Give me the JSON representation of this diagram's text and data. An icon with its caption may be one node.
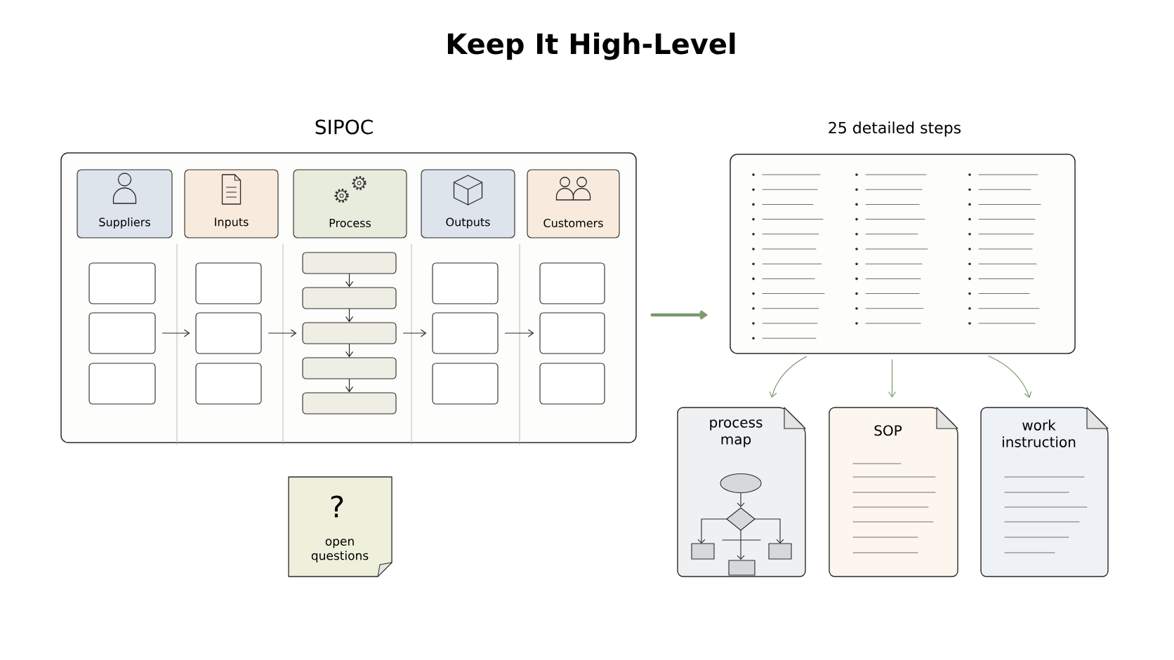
{
  "diagram": {
    "title": "Keep It High-Level",
    "nodes": [
      {
        "text": [
          "SIPOC"
        ]
      },
      {
        "text": [
          "Suppliers"
        ],
        "in": 0
      },
      {
        "text": [
          "Inputs"
        ],
        "in": 0
      },
      {
        "text": [
          "Process"
        ],
        "in": 0
      },
      {
        "text": [
          "Outputs"
        ],
        "in": 0
      },
      {
        "text": [
          "Customers"
        ],
        "in": 0
      },
      {
        "text": [],
        "shape": "box",
        "in": 0
      },
      {
        "text": [],
        "shape": "box",
        "in": 0
      },
      {
        "text": [],
        "shape": "box",
        "in": 0
      },
      {
        "text": [],
        "shape": "box",
        "in": 0
      },
      {
        "text": [],
        "shape": "box",
        "in": 0
      },
      {
        "text": [],
        "shape": "box",
        "in": 0
      },
      {
        "text": [],
        "shape": "box",
        "in": 0
      },
      {
        "text": [],
        "shape": "box",
        "in": 0
      },
      {
        "text": [],
        "shape": "box",
        "in": 0
      },
      {
        "text": [],
        "shape": "box",
        "in": 0
      },
      {
        "text": [],
        "shape": "box",
        "in": 0
      },
      {
        "text": [],
        "shape": "box",
        "in": 0
      },
      {
        "text": [],
        "shape": "box",
        "in": 0
      },
      {
        "text": [],
        "shape": "box",
        "in": 0
      },
      {
        "text": [],
        "shape": "box",
        "in": 0
      },
      {
        "text": [],
        "shape": "box",
        "in": 0
      },
      {
        "text": [],
        "shape": "box",
        "in": 0
      },
      {
        "text": [
          "25 detailed steps"
        ]
      },
      {
        "text": [
          "process map"
        ]
      },
      {
        "text": [
          "SOP"
        ]
      },
      {
        "text": [
          "work instruction"
        ]
      },
      {
        "text": [
          "?",
          "open questions"
        ]
      }
    ],
    "edges": [
      {
        "from": 7,
        "to": 10,
        "arrow": "to"
      },
      {
        "from": 10,
        "to": 14,
        "arrow": "to"
      },
      {
        "from": 12,
        "to": 13,
        "arrow": "to"
      },
      {
        "from": 13,
        "to": 14,
        "arrow": "to"
      },
      {
        "from": 14,
        "to": 15,
        "arrow": "to"
      },
      {
        "from": 15,
        "to": 16,
        "arrow": "to"
      },
      {
        "from": 14,
        "to": 18,
        "arrow": "to"
      },
      {
        "from": 18,
        "to": 21,
        "arrow": "to"
      },
      {
        "from": 0,
        "to": 23,
        "arrow": "to",
        "style": "thick",
        "color": "#7c9a6c"
      },
      {
        "from": 23,
        "to": 24,
        "arrow": "to",
        "color": "#7c9a6c"
      },
      {
        "from": 23,
        "to": 25,
        "arrow": "to",
        "color": "#7c9a6c"
      },
      {
        "from": 23,
        "to": 26,
        "arrow": "to",
        "color": "#7c9a6c"
      }
    ]
  }
}
